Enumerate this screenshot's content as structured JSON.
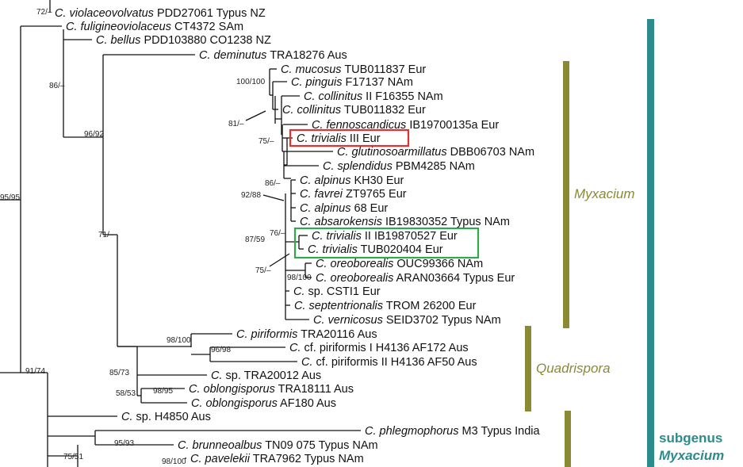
{
  "colors": {
    "olive": "#8a8a34",
    "teal": "#2e8b8b",
    "red_box": "#e03131",
    "green_box": "#2fa84f",
    "branch": "#111111"
  },
  "taxa": [
    {
      "g": "C. violaceovolvatus",
      "r": " PDD27061 Typus NZ"
    },
    {
      "g": "C. fuligineoviolaceus",
      "r": " CT4372 SAm"
    },
    {
      "g": "C. bellus",
      "r": " PDD103880 CO1238 NZ"
    },
    {
      "g": "C. deminutus",
      "r": " TRA18276 Aus"
    },
    {
      "g": "C. mucosus",
      "r": " TUB011837 Eur"
    },
    {
      "g": "C. pinguis",
      "r": " F17137 NAm"
    },
    {
      "g": "C. collinitus",
      "r": " II F16355 NAm"
    },
    {
      "g": "C. collinitus",
      "r": " TUB011832 Eur"
    },
    {
      "g": "C. fennoscandicus",
      "r": " IB19700135a Eur"
    },
    {
      "g": "C. trivialis",
      "r": " III Eur"
    },
    {
      "g": "C. glutinosoarmillatus",
      "r": " DBB06703 NAm"
    },
    {
      "g": "C. splendidus",
      "r": " PBM4285 NAm"
    },
    {
      "g": "C. alpinus",
      "r": " KH30 Eur"
    },
    {
      "g": "C. favrei",
      "r": " ZT9765 Eur"
    },
    {
      "g": "C. alpinus",
      "r": " 68 Eur"
    },
    {
      "g": "C. absarokensis",
      "r": " IB19830352 Typus NAm"
    },
    {
      "g": "C. trivialis",
      "r": " II IB19870527 Eur"
    },
    {
      "g": "C. trivialis",
      "r": " TUB020404 Eur"
    },
    {
      "g": "C. oreoborealis",
      "r": " OUC99366 NAm"
    },
    {
      "g": "C. oreoborealis",
      "r": " ARAN03664 Typus Eur"
    },
    {
      "g": "C.",
      "r": " sp. CSTI1 Eur"
    },
    {
      "g": "C. septentrionalis",
      "r": " TROM 26200 Eur"
    },
    {
      "g": "C. vernicosus",
      "r": " SEID3702 Typus NAm"
    },
    {
      "g": "C. piriformis",
      "r": " TRA20116 Aus"
    },
    {
      "g": "C.",
      "r": " cf. piriformis I H4136 AF172 Aus"
    },
    {
      "g": "C.",
      "r": " cf. piriformis II H4136 AF50 Aus"
    },
    {
      "g": "C.",
      "r": " sp. TRA20012 Aus"
    },
    {
      "g": "C. oblongisporus",
      "r": " TRA18111 Aus"
    },
    {
      "g": "C. oblongisporus",
      "r": " AF180 Aus"
    },
    {
      "g": "C.",
      "r": " sp. H4850 Aus"
    },
    {
      "g": "C. phlegmophorus",
      "r": " M3 Typus India"
    },
    {
      "g": "C. brunneoalbus",
      "r": " TN09 075 Typus NAm"
    },
    {
      "g": "C. pavelekii",
      "r": " TRA7962 Typus NAm"
    }
  ],
  "supports": {
    "s72": "72/–",
    "s9595": "95/95",
    "s86": "86/–",
    "s9692": "96/92",
    "s100": "100/100",
    "s81": "81/–",
    "s75a": "75/–",
    "s86b": "86/–",
    "s9288": "92/88",
    "s76": "76/–",
    "s8759": "87/59",
    "s75b": "75/–",
    "s98100a": "98/100",
    "s71": "71/–",
    "s98100b": "98/100",
    "s9698": "96/98",
    "s8573": "85/73",
    "s9895": "98/95",
    "s5853": "58/53",
    "s9174": "91/74",
    "s9593": "95/93",
    "s7551": "75/51",
    "s98100c": "98/100"
  },
  "clades": {
    "myxacium": "Myxacium",
    "quadrispora": "Quadrispora",
    "subgenus_line1": "subgenus",
    "subgenus_line2": "Myxacium"
  }
}
